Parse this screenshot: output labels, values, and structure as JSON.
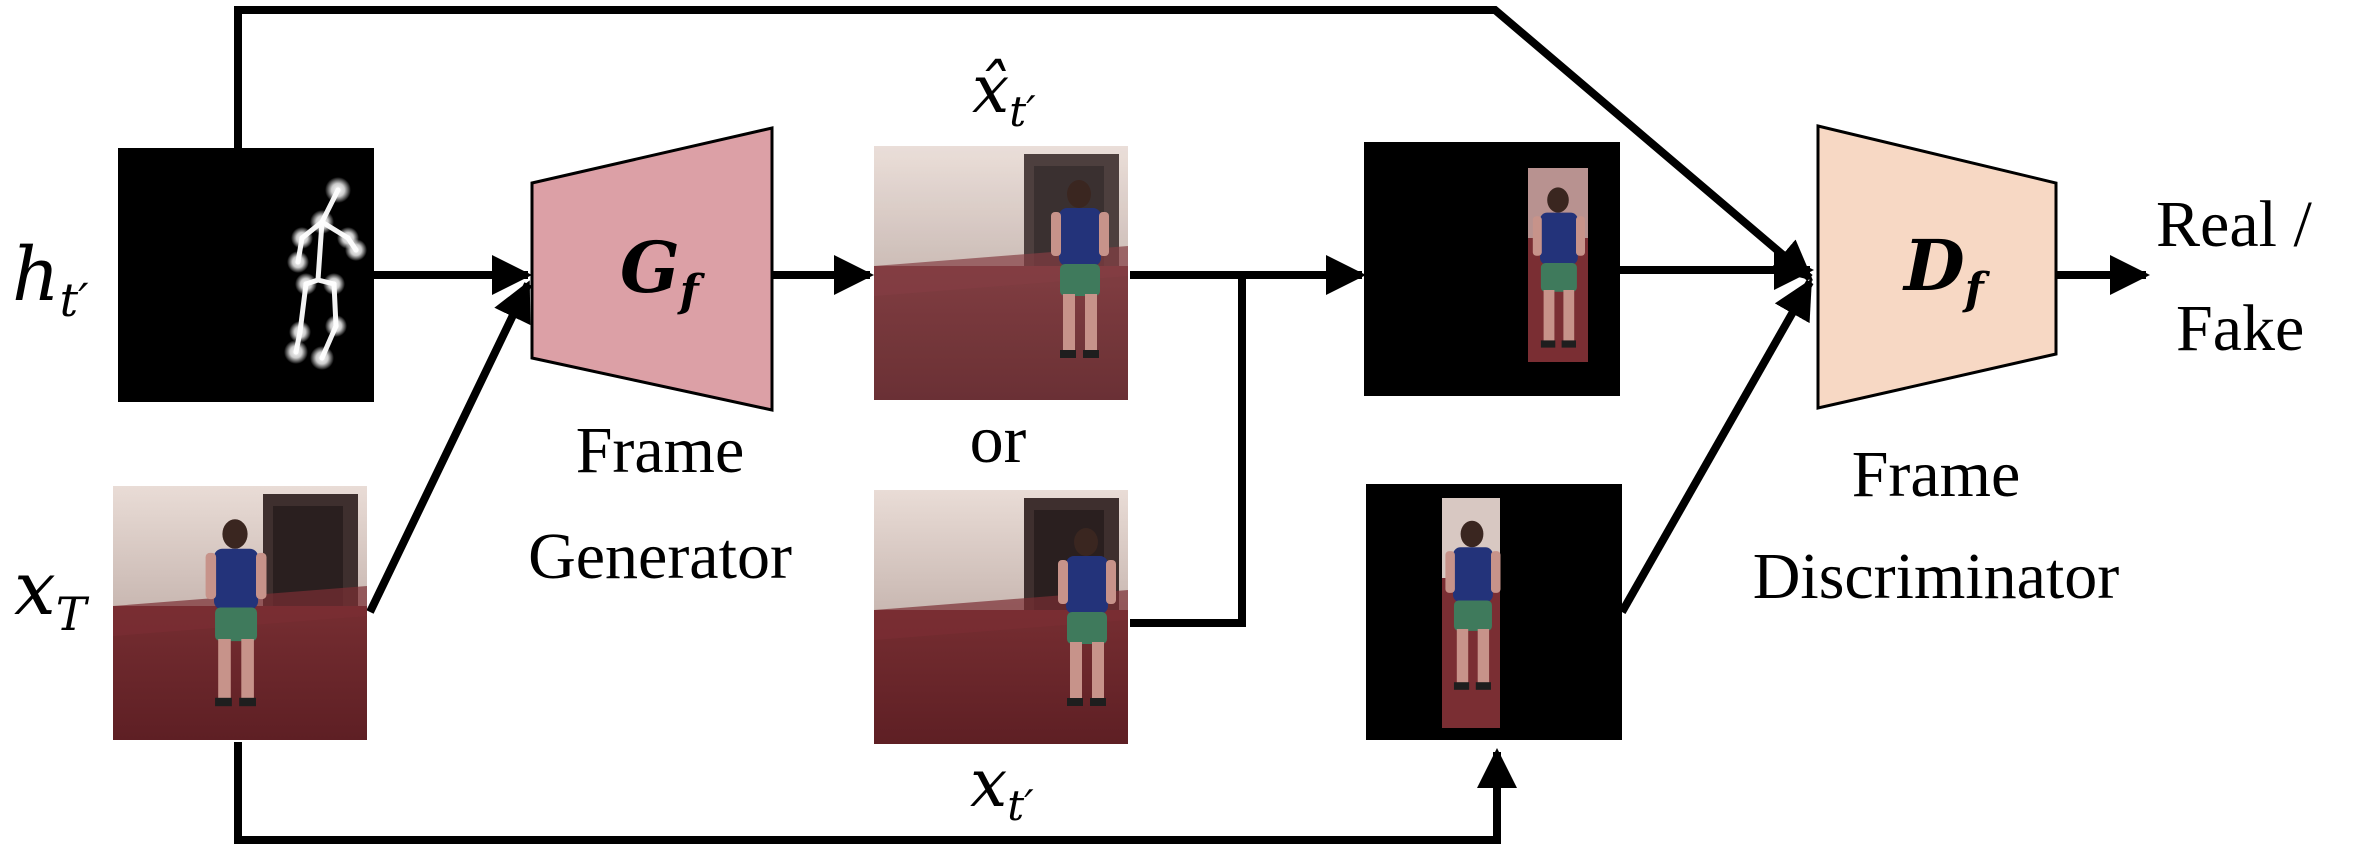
{
  "labels": {
    "pose_input": {
      "base": "h",
      "sub": "t′"
    },
    "target_input": {
      "base": "x",
      "sub": "T"
    },
    "generated_frame": {
      "base": "x̂",
      "sub": "t′"
    },
    "real_frame": {
      "base": "x",
      "sub": "t′"
    },
    "or_text": "or"
  },
  "generator": {
    "symbol": "G",
    "sub": "f",
    "caption_line1": "Frame",
    "caption_line2": "Generator",
    "fill": "#dca0a6"
  },
  "discriminator": {
    "symbol": "D",
    "sub": "f",
    "caption_line1": "Frame",
    "caption_line2": "Discriminator",
    "fill": "#f7d8c4"
  },
  "output": {
    "line1": "Real /",
    "line2": "Fake"
  }
}
